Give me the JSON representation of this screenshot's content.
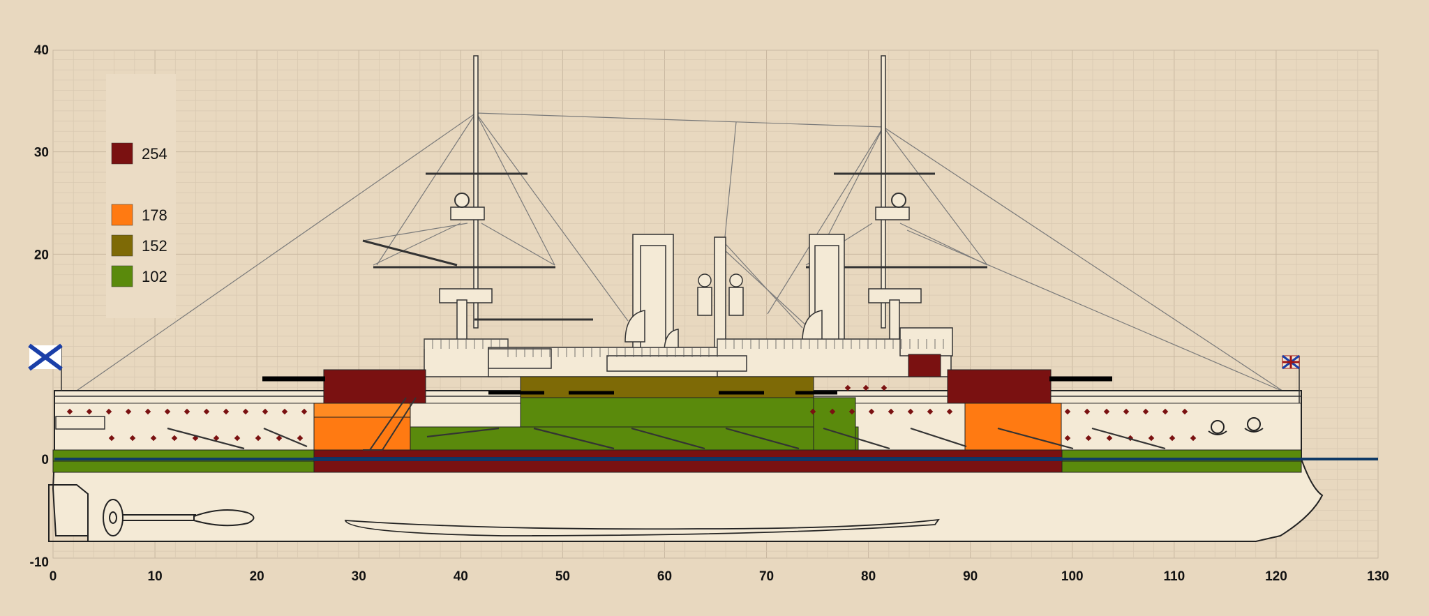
{
  "axes": {
    "x_ticks": [
      "0",
      "10",
      "20",
      "30",
      "40",
      "50",
      "60",
      "70",
      "80",
      "90",
      "100",
      "110",
      "120",
      "130"
    ],
    "y_ticks": [
      "40",
      "30",
      "20",
      "0",
      "-10"
    ]
  },
  "legend": [
    {
      "value": "254",
      "color": "#7a1111"
    },
    {
      "value": "178",
      "color": "#ff7a12"
    },
    {
      "value": "152",
      "color": "#7e6a06"
    },
    {
      "value": "102",
      "color": "#5a8a0c"
    }
  ],
  "colors": {
    "background": "#e8d8bf",
    "grid_major": "#c9b9a3",
    "grid_minor": "#ddccb4",
    "hull": "#f4ead6",
    "belt_red": "#7a1111",
    "belt_blue": "#0f2f6a",
    "waterline": "#0f3a66",
    "armor_178": "#ff7a12",
    "armor_152": "#7e6a06",
    "armor_102": "#5a8a0c",
    "rigging": "#6f6f6f"
  },
  "icons": [
    "st-andrew-ensign-icon",
    "jack-flag-icon"
  ]
}
